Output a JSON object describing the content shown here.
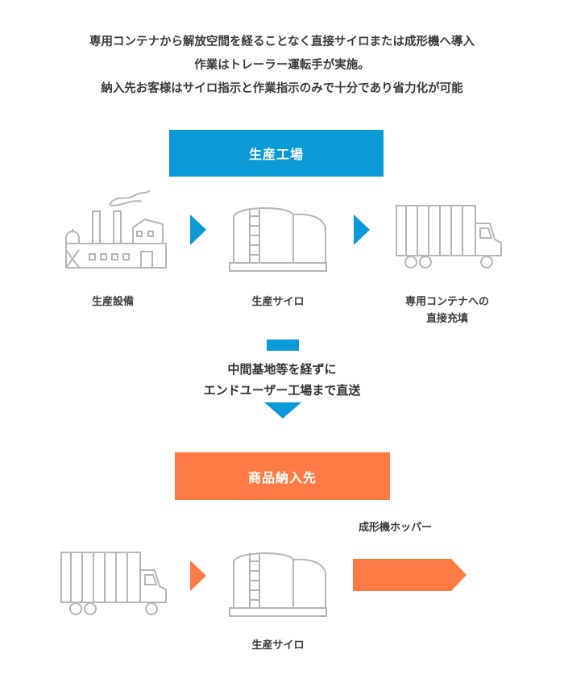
{
  "intro": {
    "line1": "専用コンテナから解放空間を経ることなく直接サイロまたは成形機へ導入",
    "line2": "作業はトレーラー運転手が実施。",
    "line3": "納入先お客様はサイロ指示と作業指示のみで十分であり省力化が可能"
  },
  "production": {
    "title": "生産工場",
    "steps": [
      {
        "label": "生産設備",
        "icon": "factory-icon"
      },
      {
        "label": "生産サイロ",
        "icon": "silo-icon"
      },
      {
        "label_line1": "専用コンテナへの",
        "label_line2": "直接充填",
        "icon": "container-truck-icon"
      }
    ]
  },
  "transit": {
    "line1": "中間基地等を経ずに",
    "line2": "エンドユーザー工場まで直送"
  },
  "delivery": {
    "title": "商品納入先",
    "silo_label": "生産サイロ",
    "hopper_label": "成形機ホッパー",
    "icons": [
      "container-truck-icon",
      "silo-icon"
    ]
  },
  "colors": {
    "blue": "#0b9ad7",
    "orange": "#ff7a45",
    "line": "#b5b5b5"
  }
}
